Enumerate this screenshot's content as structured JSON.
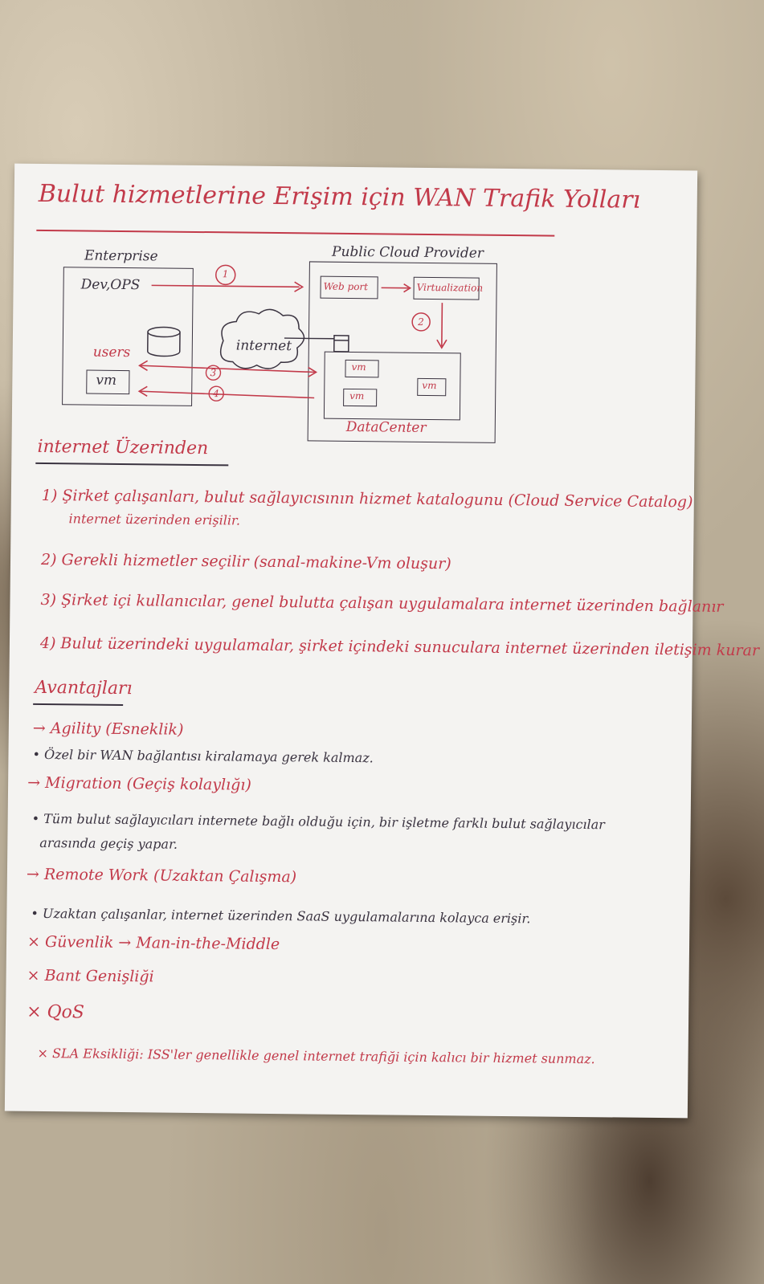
{
  "title": "Bulut hizmetlerine Erişim için WAN Trafik Yolları",
  "diagram": {
    "enterprise_label": "Enterprise",
    "devops_label": "Dev,OPS",
    "users_label": "users",
    "vm_label": "vm",
    "internet_label": "internet",
    "public_cloud_label": "Public Cloud Provider",
    "web_portal_label": "Web port",
    "virtualization_label": "Virtualization",
    "datacenter_label": "DataCenter",
    "dc_vm1": "vm",
    "dc_vm2": "vm",
    "dc_vm3": "vm",
    "step1": "1",
    "step2": "2",
    "step3": "3",
    "step4": "4"
  },
  "section_heading": "internet Üzerinden",
  "steps": [
    "1) Şirket çalışanları, bulut sağlayıcısının hizmet katalogunu (Cloud Service Catalog)",
    "internet üzerinden erişilir.",
    "2) Gerekli hizmetler seçilir (sanal-makine-Vm oluşur)",
    "3) Şirket içi kullanıcılar, genel bulutta çalışan uygulamalara internet üzerinden bağlanır",
    "4) Bulut üzerindeki uygulamalar, şirket içindeki sunuculara internet üzerinden iletişim kurar"
  ],
  "advantages_heading": "Avantajları",
  "advantages": [
    "→ Agility (Esneklik)",
    "• Özel bir WAN bağlantısı kiralamaya gerek kalmaz.",
    "→ Migration (Geçiş kolaylığı)",
    "• Tüm bulut sağlayıcıları internete bağlı olduğu için, bir işletme farklı bulut sağlayıcılar",
    "arasında geçiş yapar.",
    "→ Remote Work (Uzaktan Çalışma)",
    "• Uzaktan çalışanlar, internet üzerinden SaaS uygulamalarına kolayca erişir."
  ],
  "disadvantages": [
    "× Güvenlik → Man-in-the-Middle",
    "× Bant Genişliği",
    "× QoS",
    "× SLA Eksikliği: ISS'ler genellikle genel internet trafiği için kalıcı bir hizmet sunmaz."
  ],
  "colors": {
    "ink_red": "#c23a4a",
    "ink_dark": "#3a3340",
    "paper": "#f4f3f1"
  }
}
